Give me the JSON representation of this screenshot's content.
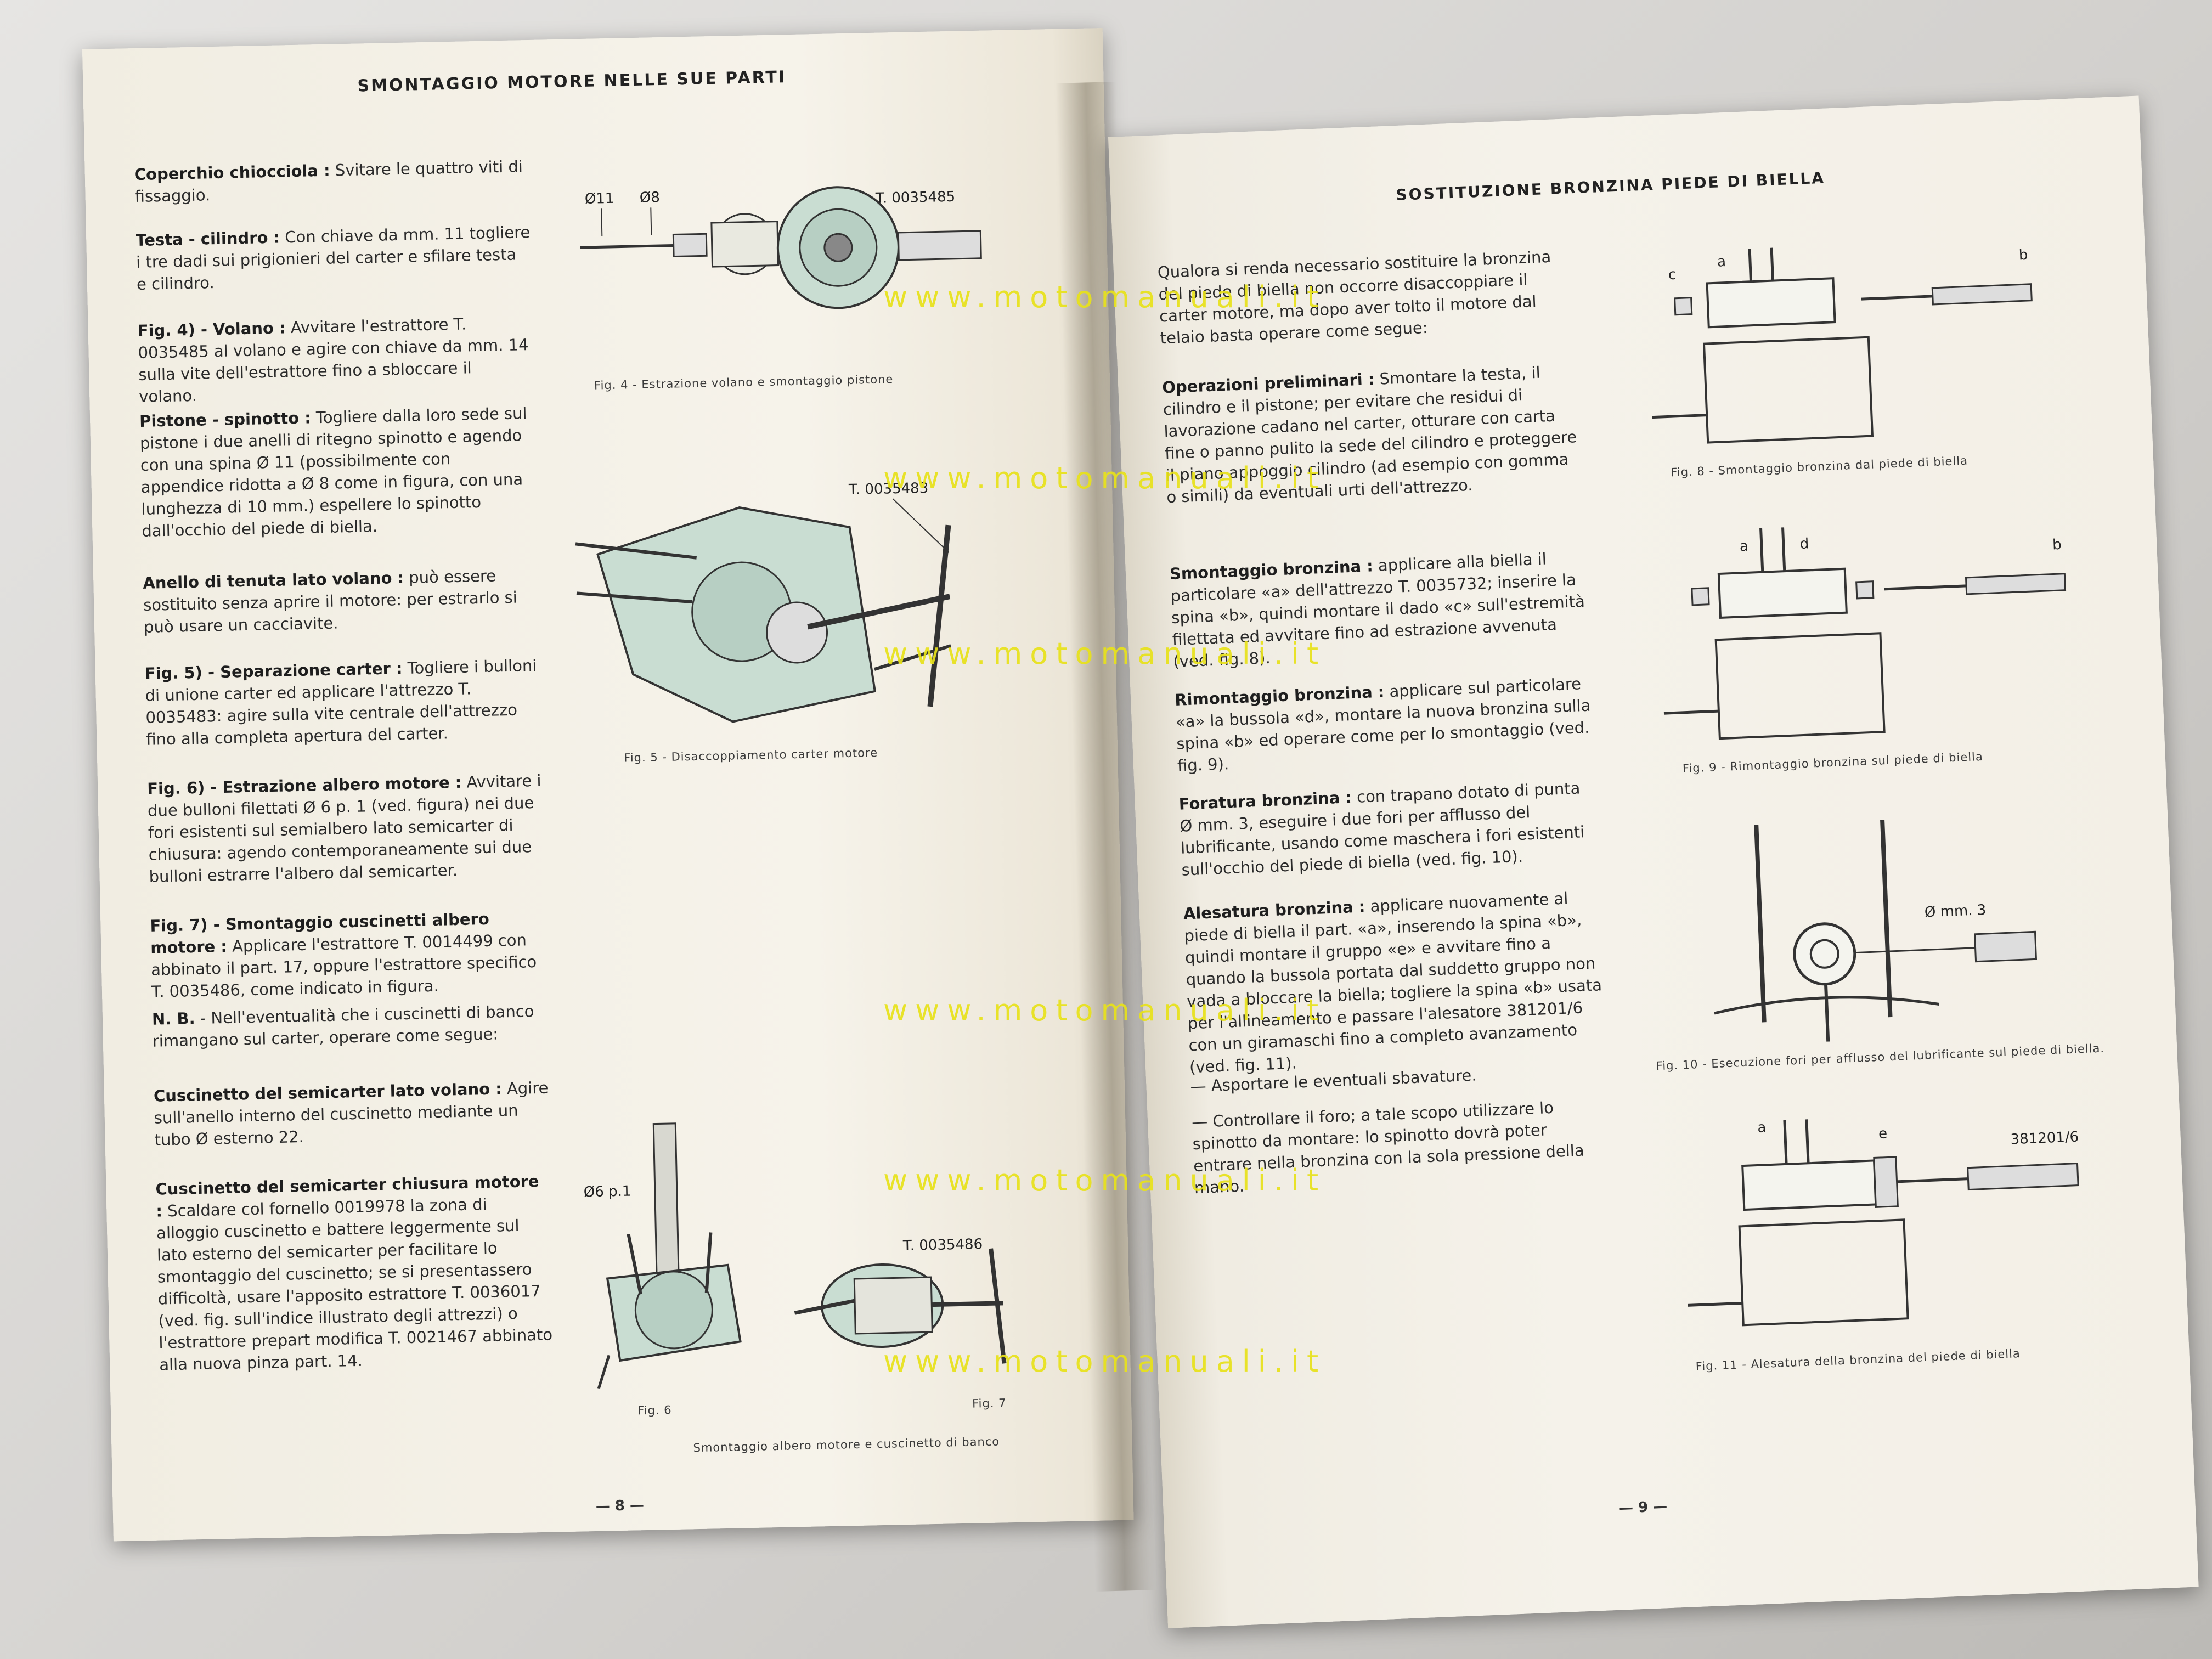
{
  "left_page": {
    "title": "SMONTAGGIO MOTORE NELLE SUE PARTI",
    "paragraphs": [
      {
        "label": "Coperchio chiocciola :",
        "text": "Svitare le quattro viti di fissaggio."
      },
      {
        "label": "Testa - cilindro :",
        "text": "Con chiave da mm. 11 togliere i tre dadi sui prigionieri del carter e sfilare testa e cilindro."
      },
      {
        "label": "Fig. 4) - Volano :",
        "text": "Avvitare l'estrattore T. 0035485 al volano e agire con chiave da mm. 14 sulla vite dell'estrattore fino a sbloccare il volano."
      },
      {
        "label": "Pistone - spinotto :",
        "text": "Togliere dalla loro sede sul pistone i due anelli di ritegno spinotto e agendo con una spina Ø 11 (possibilmente con appendice ridotta a Ø 8 come in figura, con una lunghezza di 10 mm.) espellere lo spinotto dall'occhio del piede di biella."
      },
      {
        "label": "Anello di tenuta lato volano :",
        "text": "può essere sostituito senza aprire il motore: per estrarlo si può usare un cacciavite."
      },
      {
        "label": "Fig. 5) - Separazione carter :",
        "text": "Togliere i bulloni di unione carter ed applicare l'attrezzo T. 0035483: agire sulla vite centrale dell'attrezzo fino alla completa apertura del carter."
      },
      {
        "label": "Fig. 6) - Estrazione albero motore :",
        "text": "Avvitare i due bulloni filettati Ø 6 p. 1 (ved. figura) nei due fori esistenti sul semialbero lato semicarter di chiusura: agendo contemporaneamente sui due bulloni estrarre l'albero dal semicarter."
      },
      {
        "label": "Fig. 7) - Smontaggio cuscinetti albero motore :",
        "text": "Applicare l'estrattore T. 0014499 con abbinato il part. 17, oppure l'estrattore specifico T. 0035486, come indicato in figura."
      },
      {
        "label": "N. B.",
        "text": "- Nell'eventualità che i cuscinetti di banco rimangano sul carter, operare come segue:"
      },
      {
        "label": "Cuscinetto del semicarter lato volano :",
        "text": "Agire sull'anello interno del cuscinetto mediante un tubo Ø esterno 22."
      },
      {
        "label": "Cuscinetto del semicarter chiusura motore :",
        "text": "Scaldare col fornello 0019978 la zona di alloggio cuscinetto e battere leggermente sul lato esterno del semicarter per facilitare lo smontaggio del cuscinetto; se si presentassero difficoltà, usare l'apposito estrattore T. 0036017 (ved. fig. sull'indice illustrato degli attrezzi) o l'estrattore prepart modifica T. 0021467 abbinato alla nuova pinza part. 14."
      }
    ],
    "fig4": {
      "labels": [
        "Ø11",
        "Ø8",
        "T. 0035485"
      ],
      "caption": "Fig. 4 - Estrazione volano e smontaggio pistone"
    },
    "fig5": {
      "label": "T. 0035483",
      "caption": "Fig. 5 - Disaccoppiamento carter motore"
    },
    "fig6": {
      "label": "Ø6 p.1",
      "caption": "Fig. 6"
    },
    "fig7": {
      "label": "T. 0035486",
      "caption": "Fig. 7"
    },
    "fig67_caption": "Smontaggio albero motore e cuscinetto di banco",
    "page_number": "— 8 —"
  },
  "right_page": {
    "title": "SOSTITUZIONE BRONZINA PIEDE DI BIELLA",
    "intro": "Qualora si renda necessario sostituire la bronzina del piede di biella non occorre disaccoppiare il carter motore, ma dopo aver tolto il motore dal telaio basta operare come segue:",
    "paragraphs": [
      {
        "label": "Operazioni preliminari :",
        "text": "Smontare la testa, il cilindro e il pistone; per evitare che residui di lavorazione cadano nel carter, otturare con carta fine o panno pulito la sede del cilindro e proteggere il piano appoggio cilindro (ad esempio con gomma o simili) da eventuali urti dell'attrezzo."
      },
      {
        "label": "Smontaggio bronzina :",
        "text": "applicare alla biella il particolare «a» dell'attrezzo T. 0035732; inserire la spina «b», quindi montare il dado «c» sull'estremità filettata ed avvitare fino ad estrazione avvenuta (ved. fig. 8)."
      },
      {
        "label": "Rimontaggio bronzina :",
        "text": "applicare sul particolare «a» la bussola «d», montare la nuova bronzina sulla spina «b» ed operare come per lo smontaggio (ved. fig. 9)."
      },
      {
        "label": "Foratura bronzina :",
        "text": "con trapano dotato di punta Ø mm. 3, eseguire i due fori per afflusso del lubrificante, usando come maschera i fori esistenti sull'occhio del piede di biella (ved. fig. 10)."
      },
      {
        "label": "Alesatura bronzina :",
        "text": "applicare nuovamente al piede di biella il part. «a», inserendo la spina «b», quindi montare il gruppo «e» e avvitare fino a quando la bussola portata dal suddetto gruppo non vada a bloccare la biella; togliere la spina «b» usata per l'allineamento e passare l'alesatore 381201/6 con un giramaschi fino a completo avanzamento (ved. fig. 11)."
      },
      {
        "label": "",
        "text": "— Asportare le eventuali sbavature."
      },
      {
        "label": "",
        "text": "— Controllare il foro; a tale scopo utilizzare lo spinotto da montare: lo spinotto dovrà poter entrare nella bronzina con la sola pressione della mano."
      }
    ],
    "fig8": {
      "labels": [
        "c",
        "a",
        "b"
      ],
      "caption": "Fig. 8 - Smontaggio bronzina dal piede di biella"
    },
    "fig9": {
      "labels": [
        "a",
        "d",
        "b"
      ],
      "caption": "Fig. 9 - Rimontaggio bronzina sul piede di biella"
    },
    "fig10": {
      "label": "Ø mm. 3",
      "caption": "Fig. 10 - Esecuzione fori per afflusso del lubrificante sul piede di biella."
    },
    "fig11": {
      "labels": [
        "a",
        "e",
        "381201/6"
      ],
      "caption": "Fig. 11 - Alesatura della bronzina del piede di biella"
    },
    "page_number": "— 9 —"
  },
  "watermark": "www.motomanuali.it",
  "colors": {
    "paper": "#f5f2ea",
    "ink": "#2a2a2a",
    "watermark": "#e8e21a",
    "illustration_tint": "#c9ddd2"
  }
}
